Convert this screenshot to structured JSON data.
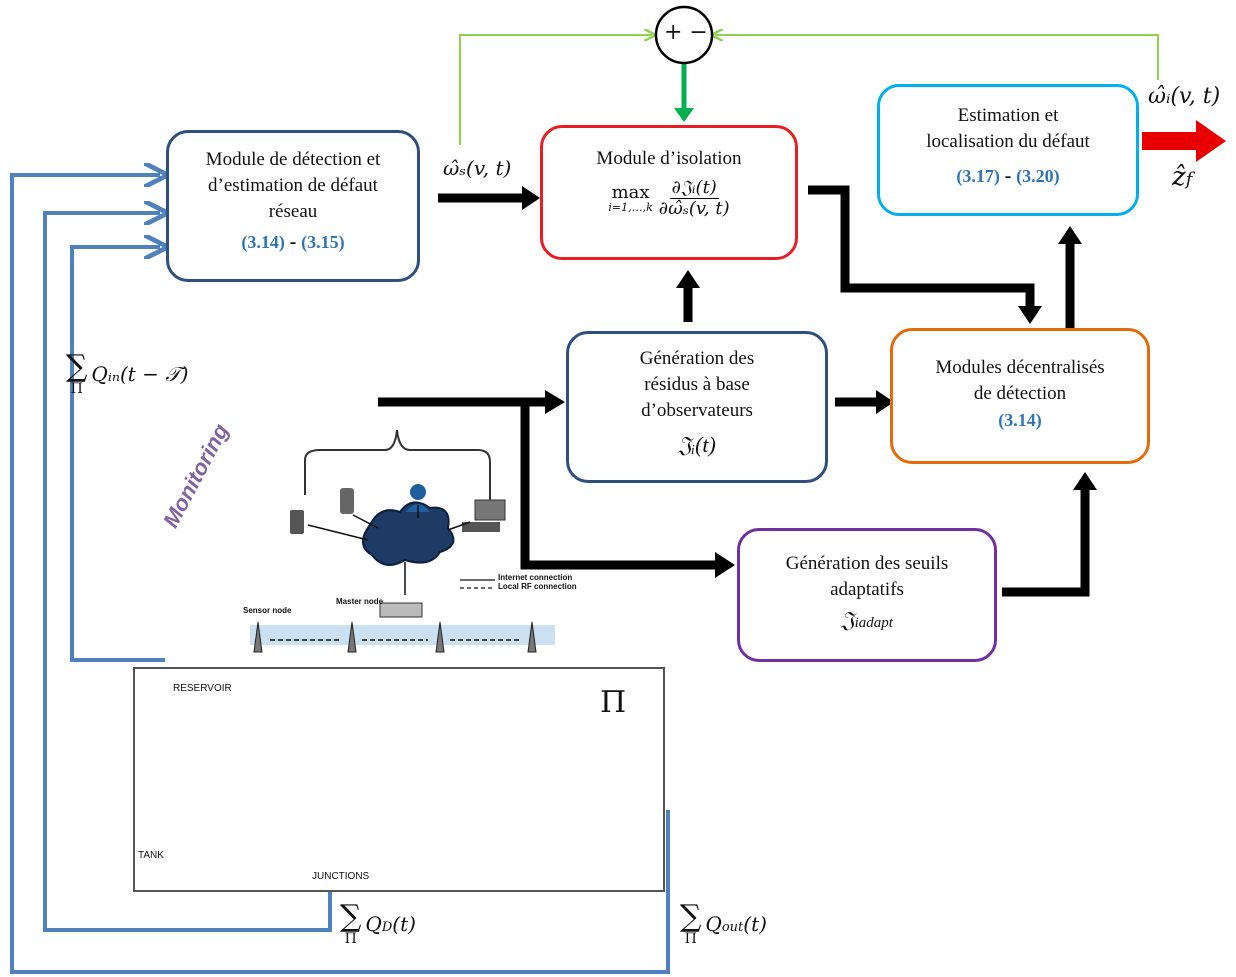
{
  "boxes": {
    "detection": {
      "line1": "Module de détection et",
      "line2": "d’estimation de défaut",
      "line3": "réseau",
      "ref_a": "(3.14)",
      "sep": "-",
      "ref_b": "(3.15)",
      "color": "#2f4f7f"
    },
    "isolation": {
      "title": "Module d’isolation",
      "op": "max",
      "op_sub": "i=1,…,k",
      "num": "∂𝔍ᵢ(t)",
      "den": "∂ω̂ₛ(v, t)",
      "color": "#e81e25"
    },
    "estimation": {
      "line1": "Estimation et",
      "line2": "localisation du défaut",
      "ref_a": "(3.17)",
      "sep": "-",
      "ref_b": "(3.20)",
      "color": "#00b0f0"
    },
    "residus": {
      "line1": "Génération des",
      "line2": "résidus à base",
      "line3": "d’observateurs",
      "sym": "𝔍ᵢ(t)",
      "color": "#2f4f7f"
    },
    "decentral": {
      "line1": "Modules décentralisés",
      "line2": "de détection",
      "ref": "(3.14)",
      "color": "#e36c0a"
    },
    "seuils": {
      "line1": "Génération des seuils",
      "line2": "adaptatifs",
      "sym": "𝔍",
      "sym_sub": "iadapt",
      "color": "#7030a0"
    }
  },
  "comparator": {
    "text": "+ −"
  },
  "labels": {
    "omega_s": "ω̂ₛ(v, t)",
    "omega_i": "ω̂ᵢ(v, t)",
    "z_f": "ẑ",
    "z_f_sub": "f",
    "sum_in": "Qᵢₙ(t − 𝒯)",
    "sum_d": "Q",
    "sum_d_sub": "D",
    "sum_d_arg": "(t)",
    "sum_out": "Q",
    "sum_out_sub": "out",
    "sum_out_arg": "(t)",
    "sigma": "∑",
    "sigma_under": "Π",
    "monitoring": "Monitoring"
  },
  "network": {
    "pi": "Π",
    "reservoir": "RESERVOIR",
    "tank": "TANK",
    "junctions": "JUNCTIONS"
  },
  "monitor_legend": {
    "internet": "Internet connection",
    "local": "Local RF connection",
    "master": "Master node",
    "sensor": "Sensor node"
  },
  "colors": {
    "blue_wire": "#4f81bd",
    "green_wire": "#92d050",
    "green_arrow": "#00b050",
    "red_arrow": "#e80000",
    "black": "#000000"
  }
}
